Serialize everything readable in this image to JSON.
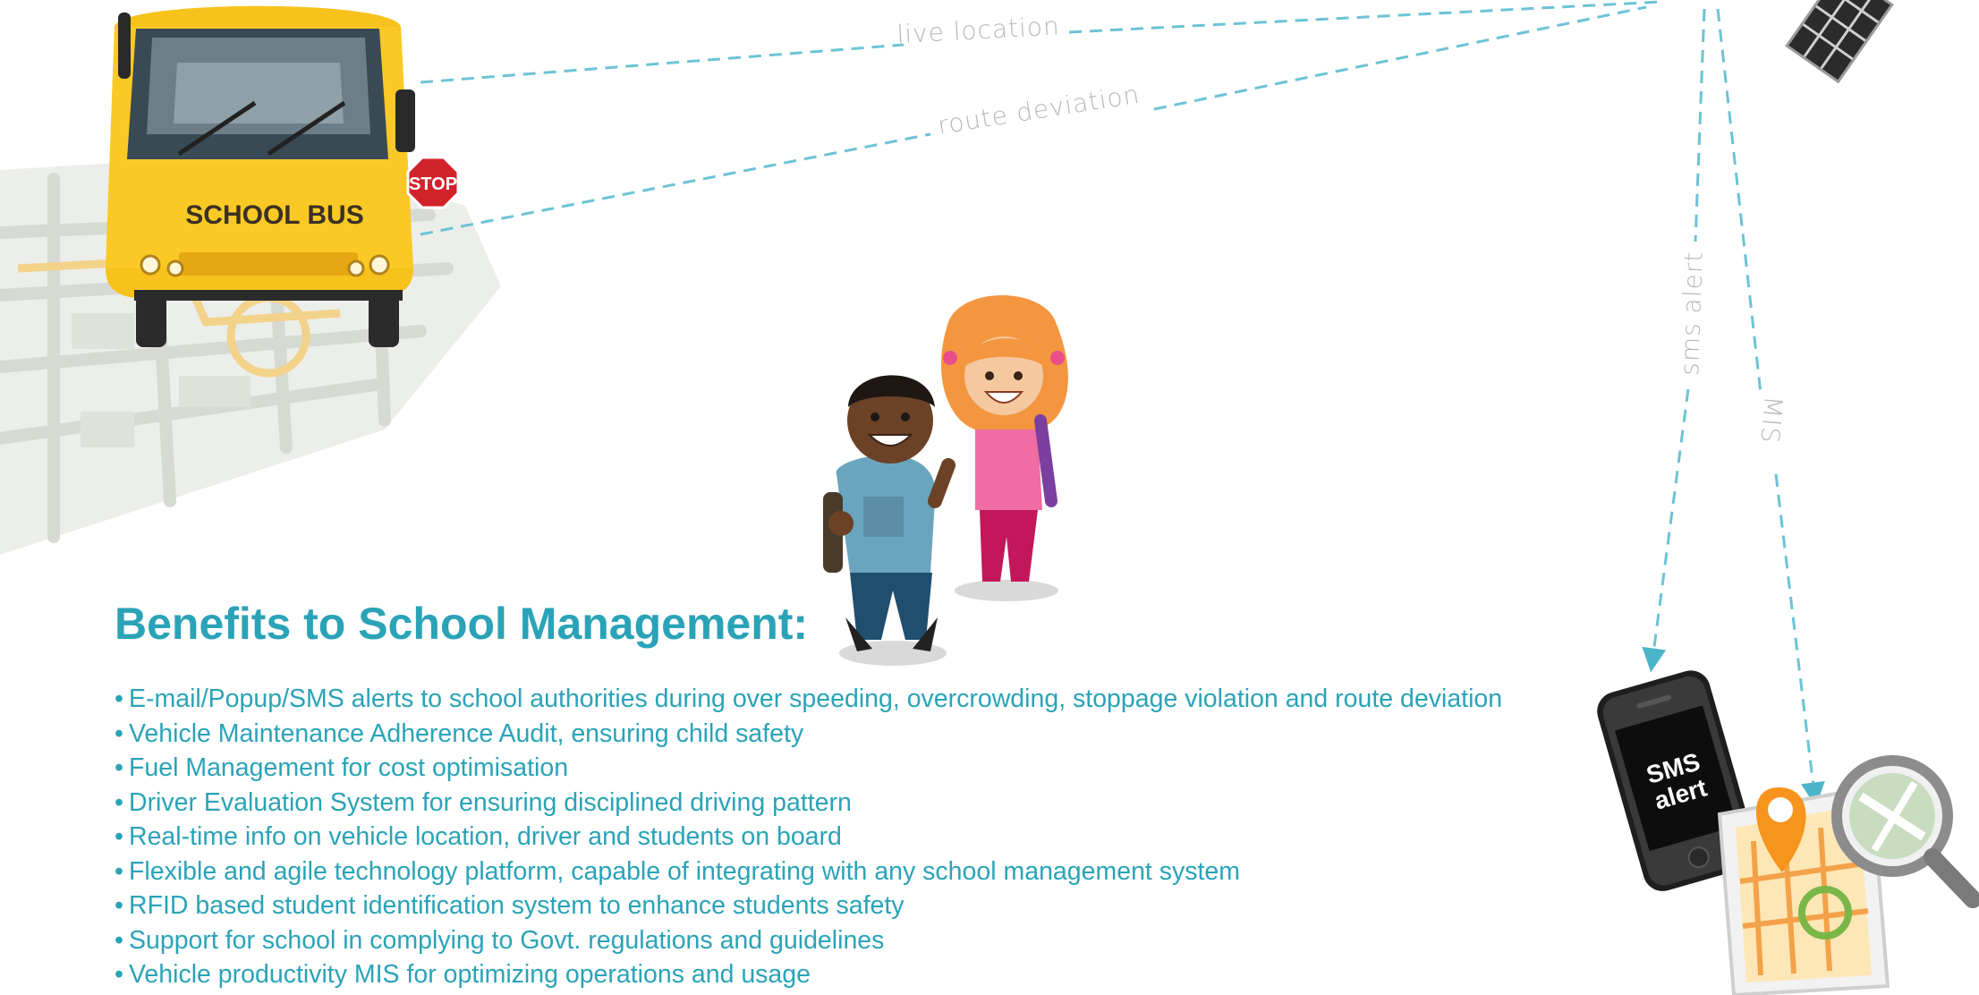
{
  "connections": {
    "live_location": "live location",
    "route_deviation": "route deviation",
    "sms_alert": "sms alert",
    "mis": "MIS"
  },
  "bus": {
    "label": "SCHOOL BUS",
    "stop_sign": "STOP"
  },
  "phone": {
    "screen_line1": "SMS",
    "screen_line2": "alert"
  },
  "benefits": {
    "heading": "Benefits to School Management:",
    "items": [
      "E-mail/Popup/SMS alerts to school authorities during over speeding, overcrowding, stoppage violation and route deviation",
      "Vehicle Maintenance Adherence Audit, ensuring child safety",
      "Fuel Management for cost optimisation",
      "Driver Evaluation System for ensuring disciplined driving pattern",
      "Real-time info on vehicle location, driver and  students on board",
      "Flexible and agile technology platform, capable of  integrating with any school management system",
      "RFID based student identification system to enhance students safety",
      "Support for school in complying to Govt. regulations and guidelines",
      "Vehicle productivity MIS for optimizing operations and usage"
    ]
  },
  "colors": {
    "accent": "#2aa3b7",
    "dash_line": "#6cc3d5",
    "bus_yellow": "#f7c21b",
    "stop_red": "#d2232a",
    "map_pin_orange": "#f7941d"
  },
  "icons": [
    "school-bus-icon",
    "satellite-icon",
    "mobile-phone-icon",
    "map-magnifier-icon",
    "children-illustration"
  ]
}
